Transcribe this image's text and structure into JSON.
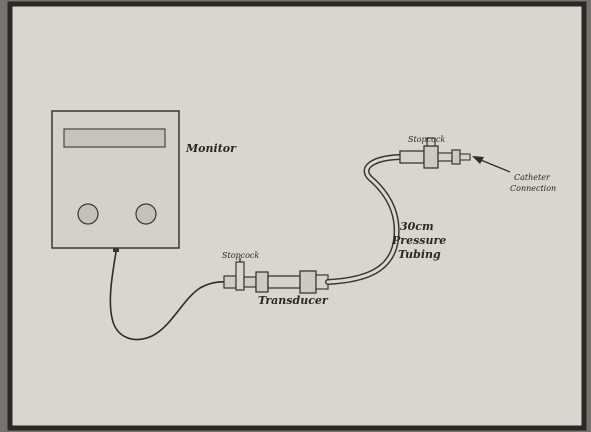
{
  "diagram": {
    "labels": {
      "monitor": "Monitor",
      "stopcock_left": "Stopcock",
      "stopcock_right": "Stopcock",
      "transducer": "Transducer",
      "tubing_line1": "30cm",
      "tubing_line2": "Pressure",
      "tubing_line3": "Tubing",
      "catheter_line1": "Catheter",
      "catheter_line2": "Connection"
    }
  }
}
